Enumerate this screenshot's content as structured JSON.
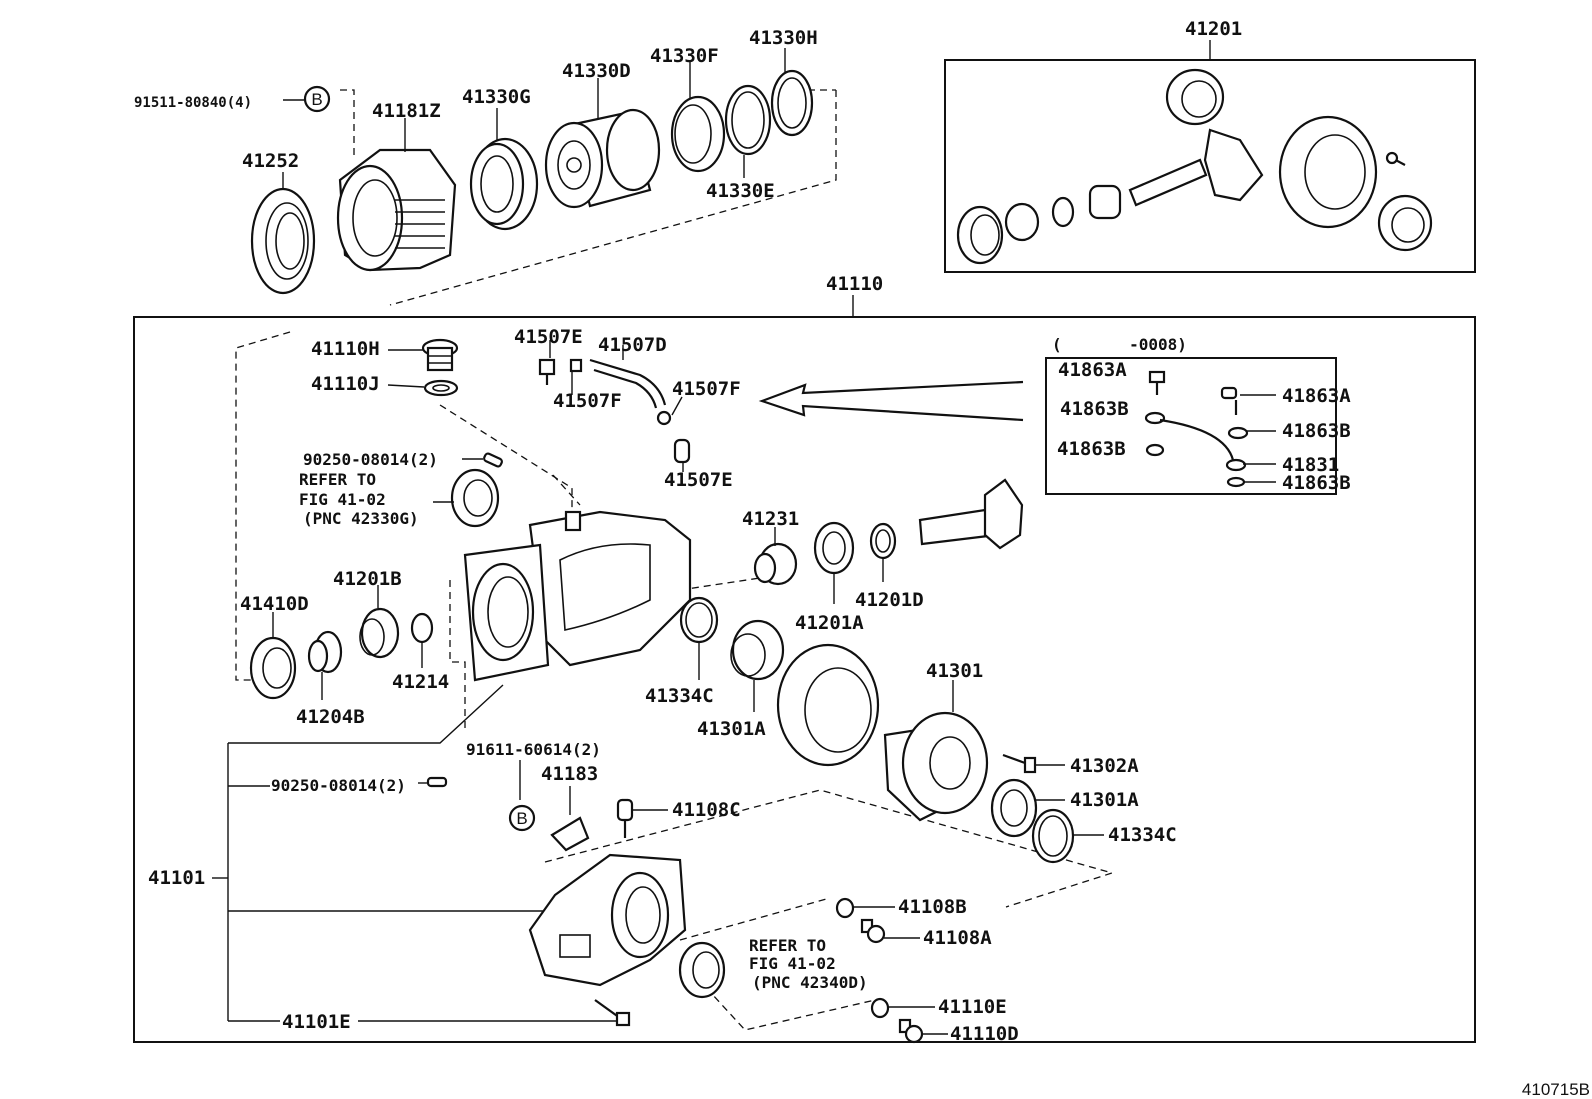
{
  "figure_code": "410715B",
  "labels": {
    "l91511": "91511-80840(4)",
    "b1": "B",
    "l41181z": "41181Z",
    "l41330g": "41330G",
    "l41330d": "41330D",
    "l41330f": "41330F",
    "l41330h": "41330H",
    "l41330e": "41330E",
    "l41252": "41252",
    "l41201": "41201",
    "l41110": "41110",
    "l41110h": "41110H",
    "l41110j": "41110J",
    "l41507e1": "41507E",
    "l41507d": "41507D",
    "l41507f1": "41507F",
    "l41507f2": "41507F",
    "l41507e2": "41507E",
    "range": "(       -0008)",
    "l41863a1": "41863A",
    "l41863a2": "41863A",
    "l41863b1": "41863B",
    "l41863b2": "41863B",
    "l41863b3": "41863B",
    "l41863b4": "41863B",
    "l41831": "41831",
    "l90250a": "90250-08014(2)",
    "refer1a": "REFER TO",
    "refer1b": "FIG 41-02",
    "refer1c": "(PNC 42330G)",
    "l41231": "41231",
    "l41201d": "41201D",
    "l41201a": "41201A",
    "l41410d": "41410D",
    "l41201b": "41201B",
    "l41214": "41214",
    "l41204b": "41204B",
    "l41334c1": "41334C",
    "l41301a1": "41301A",
    "l41301": "41301",
    "l41302a": "41302A",
    "l41301a2": "41301A",
    "l41334c2": "41334C",
    "l91611": "91611-60614(2)",
    "l90250b": "90250-08014(2)",
    "l41183": "41183",
    "b2": "B",
    "l41108c": "41108C",
    "l41101": "41101",
    "l41108b": "41108B",
    "l41108a": "41108A",
    "refer2a": "REFER TO",
    "refer2b": "FIG 41-02",
    "refer2c": "(PNC 42340D)",
    "l41110e": "41110E",
    "l41110d": "41110D",
    "l41101e": "41101E"
  }
}
